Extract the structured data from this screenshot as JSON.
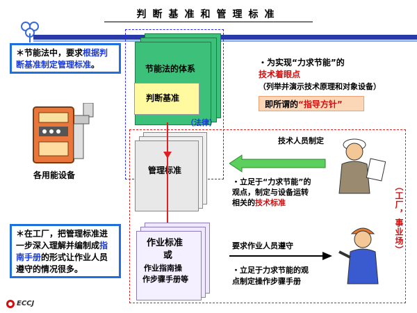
{
  "title": "判断基准和管理标准",
  "note_top": {
    "prefix": "＊节能法中，要求",
    "highlight": "根据判断基准制定管理标准",
    "suffix": "。"
  },
  "note_bottom": {
    "prefix": "＊在工厂，把管理标准进一步深入理解并编制成",
    "highlight": "指南手册",
    "suffix": "的形式让作业人员遵守的情况很多。"
  },
  "law_system": {
    "label": "节能法的体系",
    "criteria": "判断基准",
    "law_tag": "（法律）"
  },
  "mgmt_standard": {
    "label": "管理标准"
  },
  "work_standard": {
    "line1": "作业标准",
    "line2": "或",
    "line3": "作业指南操",
    "line4": "作步骤手册等"
  },
  "equipment_label": "各用能设备",
  "point1": {
    "bullet": "・为实现“力求节能”的",
    "highlight": "技术着眼点",
    "sub": "（列举并演示技术原理和对象设备）"
  },
  "guideline": {
    "prefix": "即所谓的",
    "highlight": "“指导方针”"
  },
  "tech_person_label": "技术人员制定",
  "point2": {
    "line1": "・立足于“力求节能”的",
    "line2": "观点，制定与设备运转",
    "line3a": "相关的",
    "line3b": "技术标准"
  },
  "worker_label": "要求作业人员遵守",
  "point3": {
    "line1": "・立足于力求节能的观",
    "line2": "点制定操作步骤手册"
  },
  "factory_tag": "（工厂，事业场）",
  "logo": "ECCJ",
  "colors": {
    "accent_blue": "#1e6fe0",
    "law_green": "#3cc07a",
    "arrow_red": "#e02020",
    "arrow_green": "#4ec44e"
  }
}
